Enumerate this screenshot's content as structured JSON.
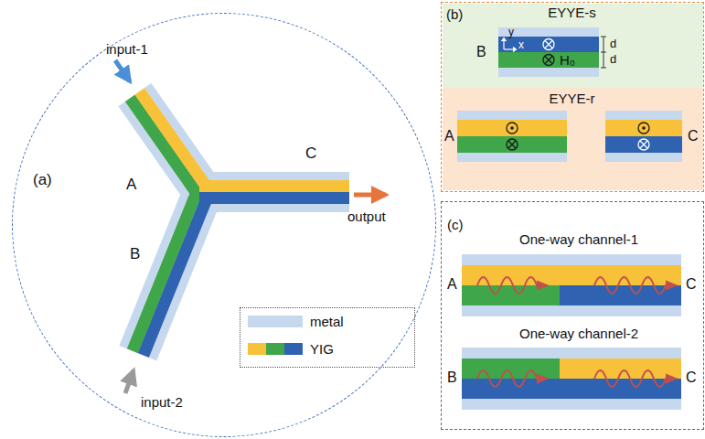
{
  "diagram": {
    "nodes": [
      {
        "text": [
          "(a)"
        ]
      },
      {
        "text": [
          "(b)"
        ]
      },
      {
        "text": [
          "EYYE-s"
        ],
        "in": 1
      },
      {
        "text": [
          "EYYE-r"
        ],
        "in": 1
      },
      {
        "text": [
          "(c)"
        ]
      }
    ],
    "labels": [
      "input-1",
      "input-2",
      "output",
      "A",
      "B",
      "C",
      "B",
      "y",
      "x",
      "H₀",
      "d",
      "d",
      "A",
      "C",
      "One-way channel-1",
      "A",
      "C",
      "One-way channel-2",
      "B",
      "C"
    ],
    "legend": [
      {
        "text": "metal",
        "color": "#c6d8ee"
      },
      {
        "text": "YIG"
      }
    ]
  }
}
